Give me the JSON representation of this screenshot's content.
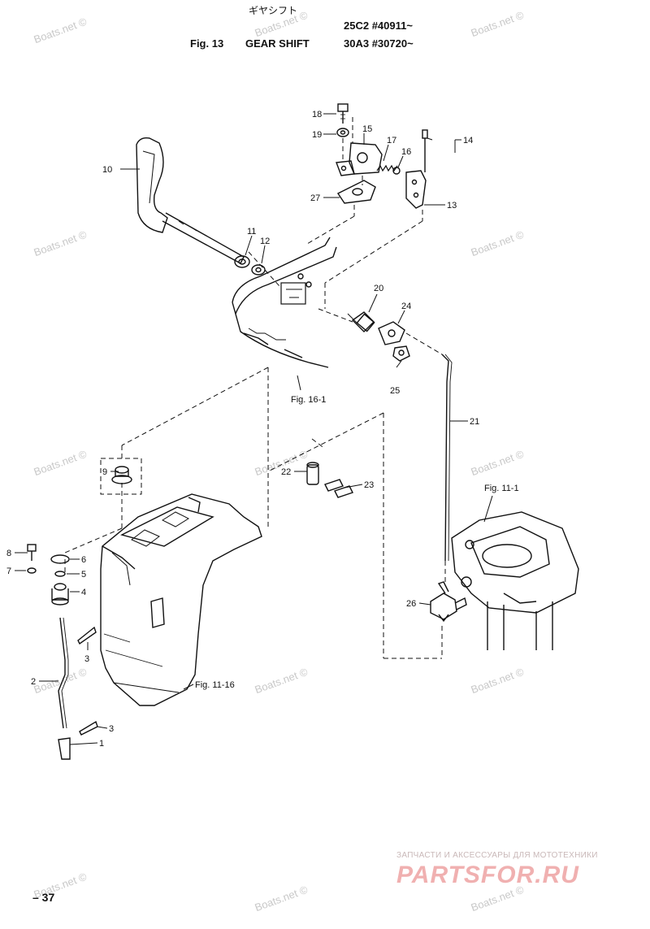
{
  "header": {
    "jp_title": "ギヤシフト",
    "fig": "Fig. 13",
    "title": "GEAR SHIFT",
    "model1": "25C2 #40911~",
    "model2": "30A3 #30720~"
  },
  "labels": {
    "p1": "1",
    "p2": "2",
    "p3a": "3",
    "p3b": "3",
    "p4": "4",
    "p5": "5",
    "p6": "6",
    "p7": "7",
    "p8": "8",
    "p9": "9",
    "p10": "10",
    "p11": "11",
    "p12": "12",
    "p13": "13",
    "p14": "14",
    "p15": "15",
    "p16": "16",
    "p17": "17",
    "p18": "18",
    "p19": "19",
    "p20": "20",
    "p21": "21",
    "p22": "22",
    "p23": "23",
    "p24": "24",
    "p25": "25",
    "p26": "26",
    "p27": "27"
  },
  "fig_refs": {
    "r1": "Fig. 16-1",
    "r2": "Fig. 11-1",
    "r3": "Fig. 11-16"
  },
  "watermark": "Boats.net ©",
  "page_number": "– 37",
  "footer": {
    "small": "ЗАПЧАСТИ И АКСЕССУАРЫ ДЛЯ МОТОТЕХНИКИ",
    "logo": "PARTSFOR.RU"
  }
}
